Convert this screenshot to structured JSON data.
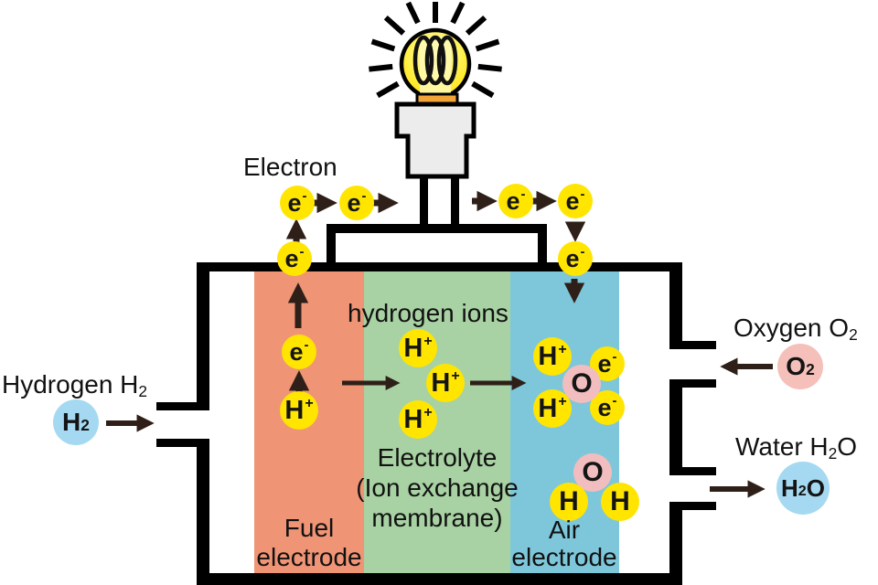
{
  "labels": {
    "electron": "Electron",
    "hydrogen_ions": "hydrogen ions",
    "electrolyte": [
      "Electrolyte",
      "(Ion exchange",
      "membrane)"
    ],
    "fuel_electrode": [
      "Fuel",
      "electrode"
    ],
    "air_electrode": [
      "Air",
      "electrode"
    ]
  },
  "io": {
    "hydrogen": {
      "text": "Hydrogen H",
      "sub": "2"
    },
    "oxygen": {
      "text": "Oxygen O",
      "sub": "2"
    },
    "water": {
      "text": "Water H",
      "sub": "2",
      "suffix": "O"
    }
  },
  "particles": {
    "electron": {
      "base": "e",
      "sup": "-"
    },
    "hydrogen_ion": {
      "base": "H",
      "sup": "+"
    },
    "oxygen_atom": {
      "base": "O"
    },
    "hydrogen_atom": {
      "base": "H"
    },
    "hydrogen_molecule": {
      "base": "H",
      "sub": "2"
    },
    "oxygen_molecule": {
      "base": "O",
      "sub": "2"
    },
    "water_molecule": {
      "p1": "H",
      "sub": "2",
      "p2": "O"
    }
  },
  "colors": {
    "fuel_electrode_band": "#EF9475",
    "electrolyte_band": "#A8D2A3",
    "air_electrode_band": "#7EC7DA",
    "ion_yellow": "#FFE500",
    "atom_pink": "#F2BDBE",
    "gas_blue": "#A5D9F2",
    "oxygen_pink": "#F5C0BA",
    "bulb_yellow": "#FFEE4D",
    "arrow_dark": "#2E2018"
  }
}
